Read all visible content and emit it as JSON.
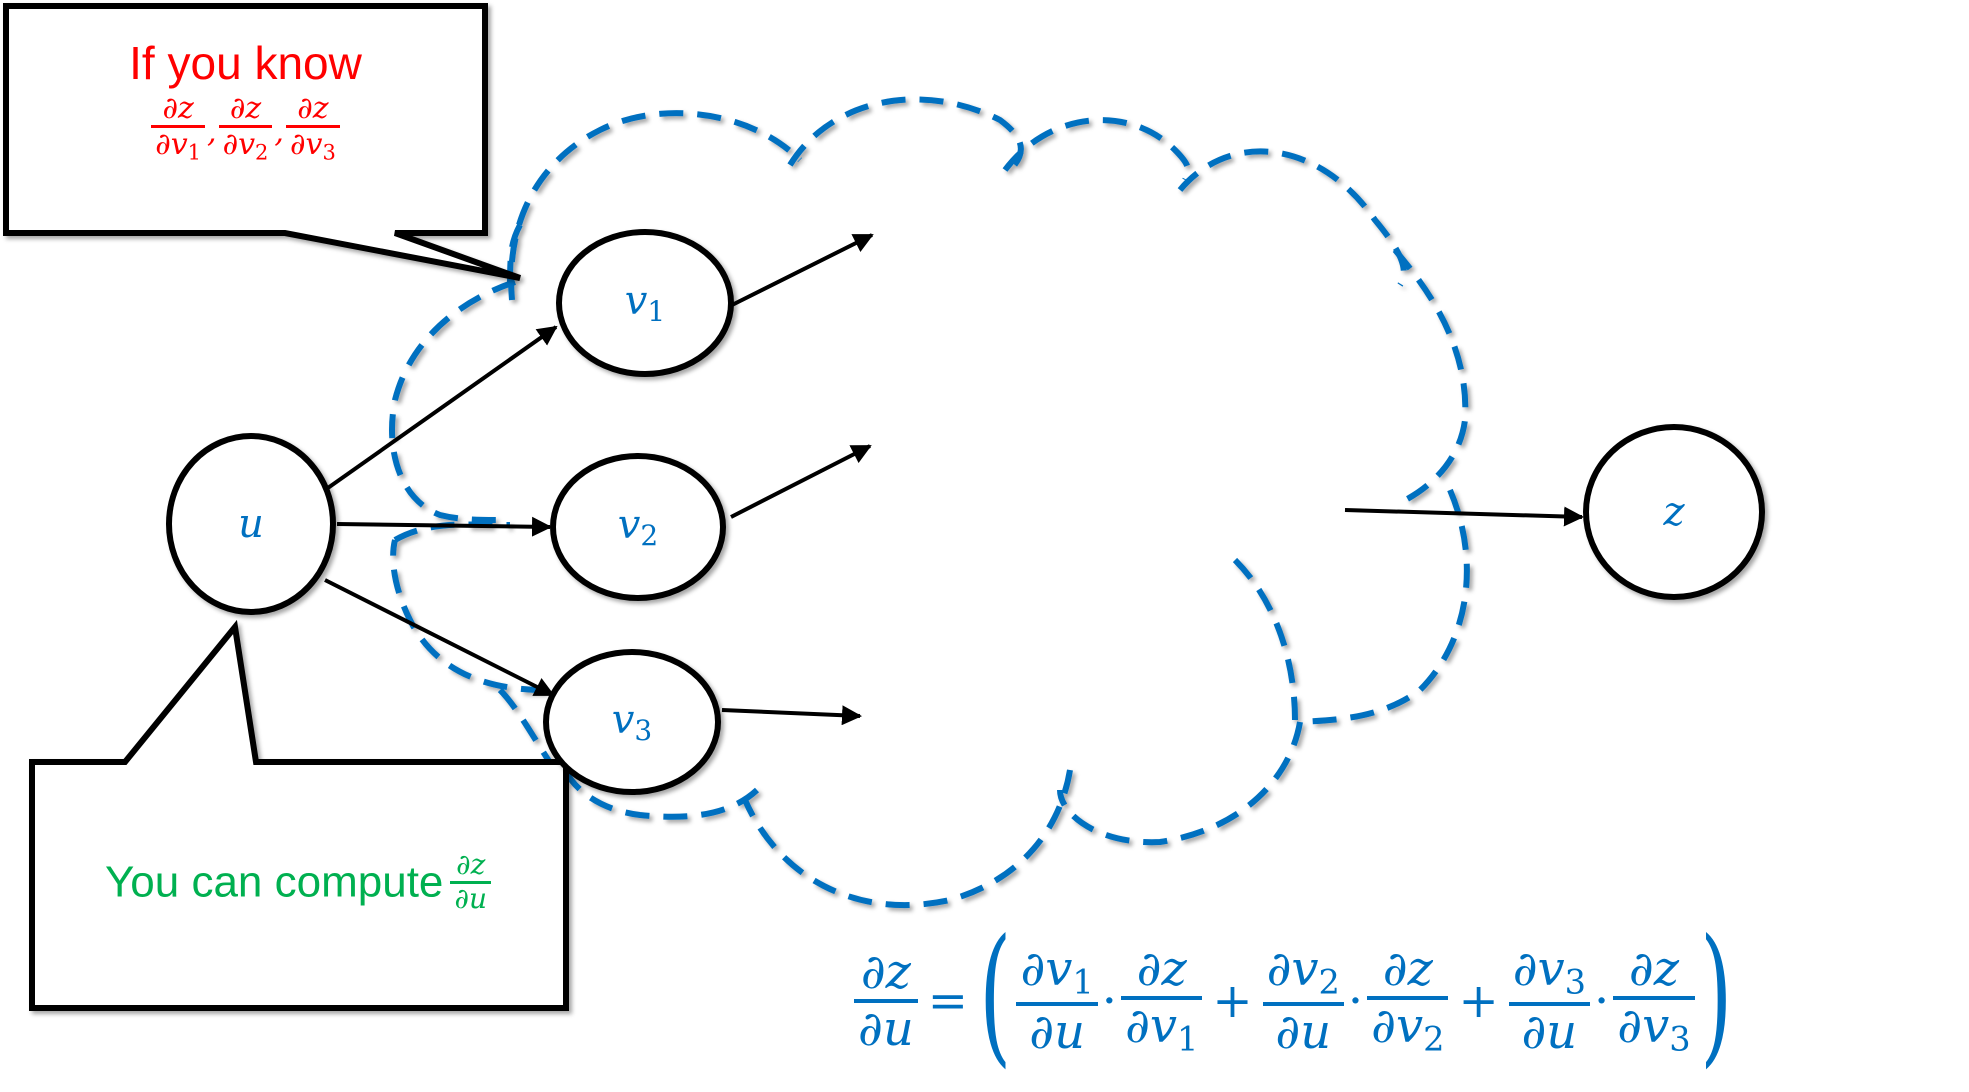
{
  "colors": {
    "cloud": "#0070c0",
    "node_stroke": "#000000",
    "node_label": "#0070c0",
    "callout_top_text": "#ff0000",
    "callout_bottom_text": "#00b050",
    "formula": "#0070c0"
  },
  "callout_top": {
    "title": "If you know",
    "fractions": [
      {
        "num": "∂z",
        "den": "∂v",
        "sub": "1"
      },
      {
        "num": "∂z",
        "den": "∂v",
        "sub": "2"
      },
      {
        "num": "∂z",
        "den": "∂v",
        "sub": "3"
      }
    ],
    "separator": ","
  },
  "callout_bottom": {
    "title": "You can compute",
    "fraction": {
      "num": "∂z",
      "den": "∂u"
    }
  },
  "nodes": [
    {
      "id": "u",
      "label": "u",
      "sub": ""
    },
    {
      "id": "v1",
      "label": "v",
      "sub": "1"
    },
    {
      "id": "v2",
      "label": "v",
      "sub": "2"
    },
    {
      "id": "v3",
      "label": "v",
      "sub": "3"
    },
    {
      "id": "z",
      "label": "z",
      "sub": ""
    }
  ],
  "edges": [
    {
      "from": "u",
      "to": "v1"
    },
    {
      "from": "u",
      "to": "v2"
    },
    {
      "from": "u",
      "to": "v3"
    },
    {
      "from": "v1",
      "to": "cloud"
    },
    {
      "from": "v2",
      "to": "cloud"
    },
    {
      "from": "v3",
      "to": "cloud"
    },
    {
      "from": "cloud",
      "to": "z"
    }
  ],
  "formula": {
    "lhs": {
      "num": "∂z",
      "den": "∂u"
    },
    "equals": "=",
    "open_paren": "(",
    "close_paren": ")",
    "terms": [
      {
        "a_num": "∂v",
        "a_num_sub": "1",
        "a_den": "∂u",
        "b_num": "∂z",
        "b_den": "∂v",
        "b_den_sub": "1"
      },
      {
        "a_num": "∂v",
        "a_num_sub": "2",
        "a_den": "∂u",
        "b_num": "∂z",
        "b_den": "∂v",
        "b_den_sub": "2"
      },
      {
        "a_num": "∂v",
        "a_num_sub": "3",
        "a_den": "∂u",
        "b_num": "∂z",
        "b_den": "∂v",
        "b_den_sub": "3"
      }
    ],
    "dot": "·",
    "plus": "+"
  }
}
